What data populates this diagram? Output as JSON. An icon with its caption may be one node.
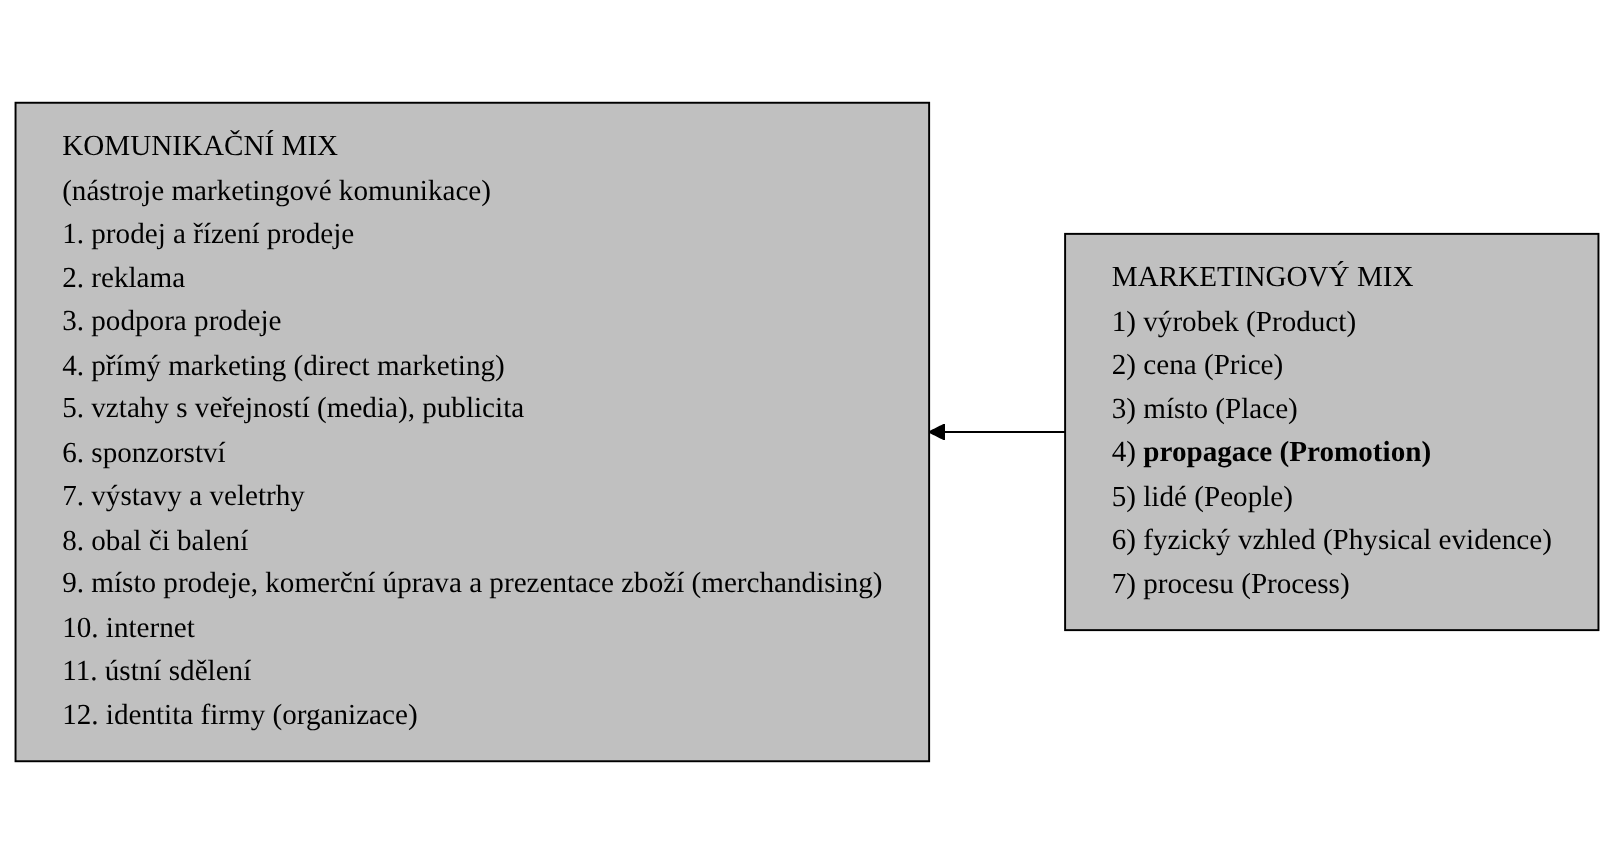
{
  "diagram": {
    "nodes": [
      {
        "text": [
          "KOMUNIKAČNÍ MIX",
          "(nástroje marketingové komunikace)",
          "1. prodej a řízení prodeje",
          "2. reklama",
          "3. podpora prodeje",
          "4. přímý marketing (direct marketing)",
          "5. vztahy s veřejností (media), publicita",
          "6. sponzorství",
          "7. výstavy a veletrhy",
          "8. obal či balení",
          "9. místo prodeje, komerční úprava a prezentace zboží (merchandising)",
          "10. internet",
          "11. ústní sdělení",
          "12. identita firmy (organizace)"
        ]
      },
      {
        "text": [
          "MARKETINGOVÝ MIX",
          "1) výrobek (Product)",
          "2) cena (Price)",
          "3) místo (Place)",
          "4) **propagace (Promotion)**",
          "5) lidé (People)",
          "6) fyzický vzhled (Physical evidence)",
          "7) procesu (Process)"
        ]
      }
    ],
    "edges": [
      {
        "from": 1,
        "to": 0,
        "arrow": "to"
      }
    ]
  }
}
